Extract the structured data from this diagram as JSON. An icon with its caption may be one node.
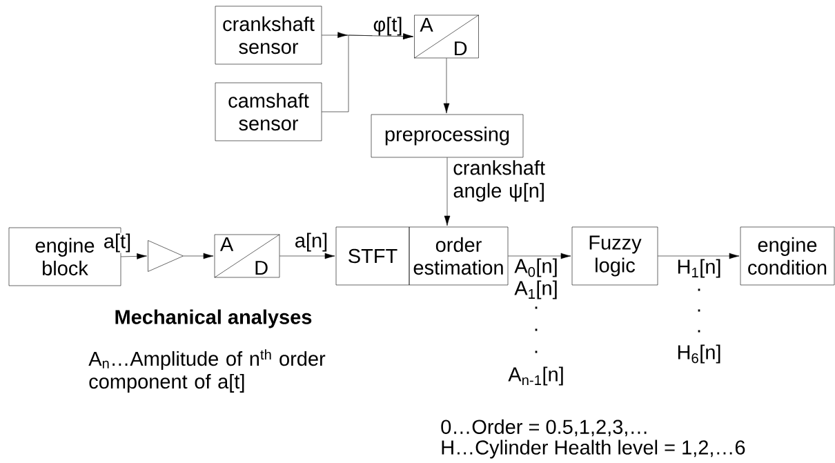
{
  "diagram": {
    "nodes": [
      {
        "text": [
          "crankshaft sensor"
        ]
      },
      {
        "text": [
          "camshaft sensor"
        ]
      },
      {
        "text": [
          "A",
          "D"
        ]
      },
      {
        "text": [
          "preprocessing"
        ]
      },
      {
        "text": [
          "engine block"
        ]
      },
      {
        "text": [],
        "shape": "triangle"
      },
      {
        "text": [
          "A",
          "D"
        ]
      },
      {
        "text": [
          "STFT"
        ]
      },
      {
        "text": [
          "order estimation"
        ]
      },
      {
        "text": [
          "Fuzzy logic"
        ]
      },
      {
        "text": [
          "engine condition"
        ]
      }
    ],
    "edges": [
      {
        "from": 0,
        "to": 2,
        "arrow": "to",
        "label": "φ[t]"
      },
      {
        "from": 1,
        "to": 2,
        "arrow": "to"
      },
      {
        "from": 2,
        "to": 3,
        "arrow": "to"
      },
      {
        "from": 3,
        "to": 8,
        "arrow": "to",
        "label": "crankshaft angle ψ[n]"
      },
      {
        "from": 4,
        "to": 5,
        "arrow": "to",
        "label": "a[t]"
      },
      {
        "from": 5,
        "to": 6,
        "arrow": "to"
      },
      {
        "from": 6,
        "to": 7,
        "arrow": "to",
        "label": "a[n]"
      },
      {
        "from": 8,
        "to": 9,
        "arrow": "to"
      },
      {
        "from": 9,
        "to": 10,
        "arrow": "to"
      }
    ],
    "labels": [
      "A$_{0}$[n]",
      "A$_{1}$[n]",
      ".",
      ".",
      ".",
      "A$_{n-1}$[n]",
      "H$_{1}$[n]",
      ".",
      ".",
      ".",
      "H$_{6}$[n]",
      "Mechanical analyses",
      "A$_{n}$…Amplitude of n$^{th}$ order component of a[t]",
      "0…Order = 0.5,1,2,3,…",
      "H…Cylinder Health level = 1,2,…6"
    ]
  }
}
